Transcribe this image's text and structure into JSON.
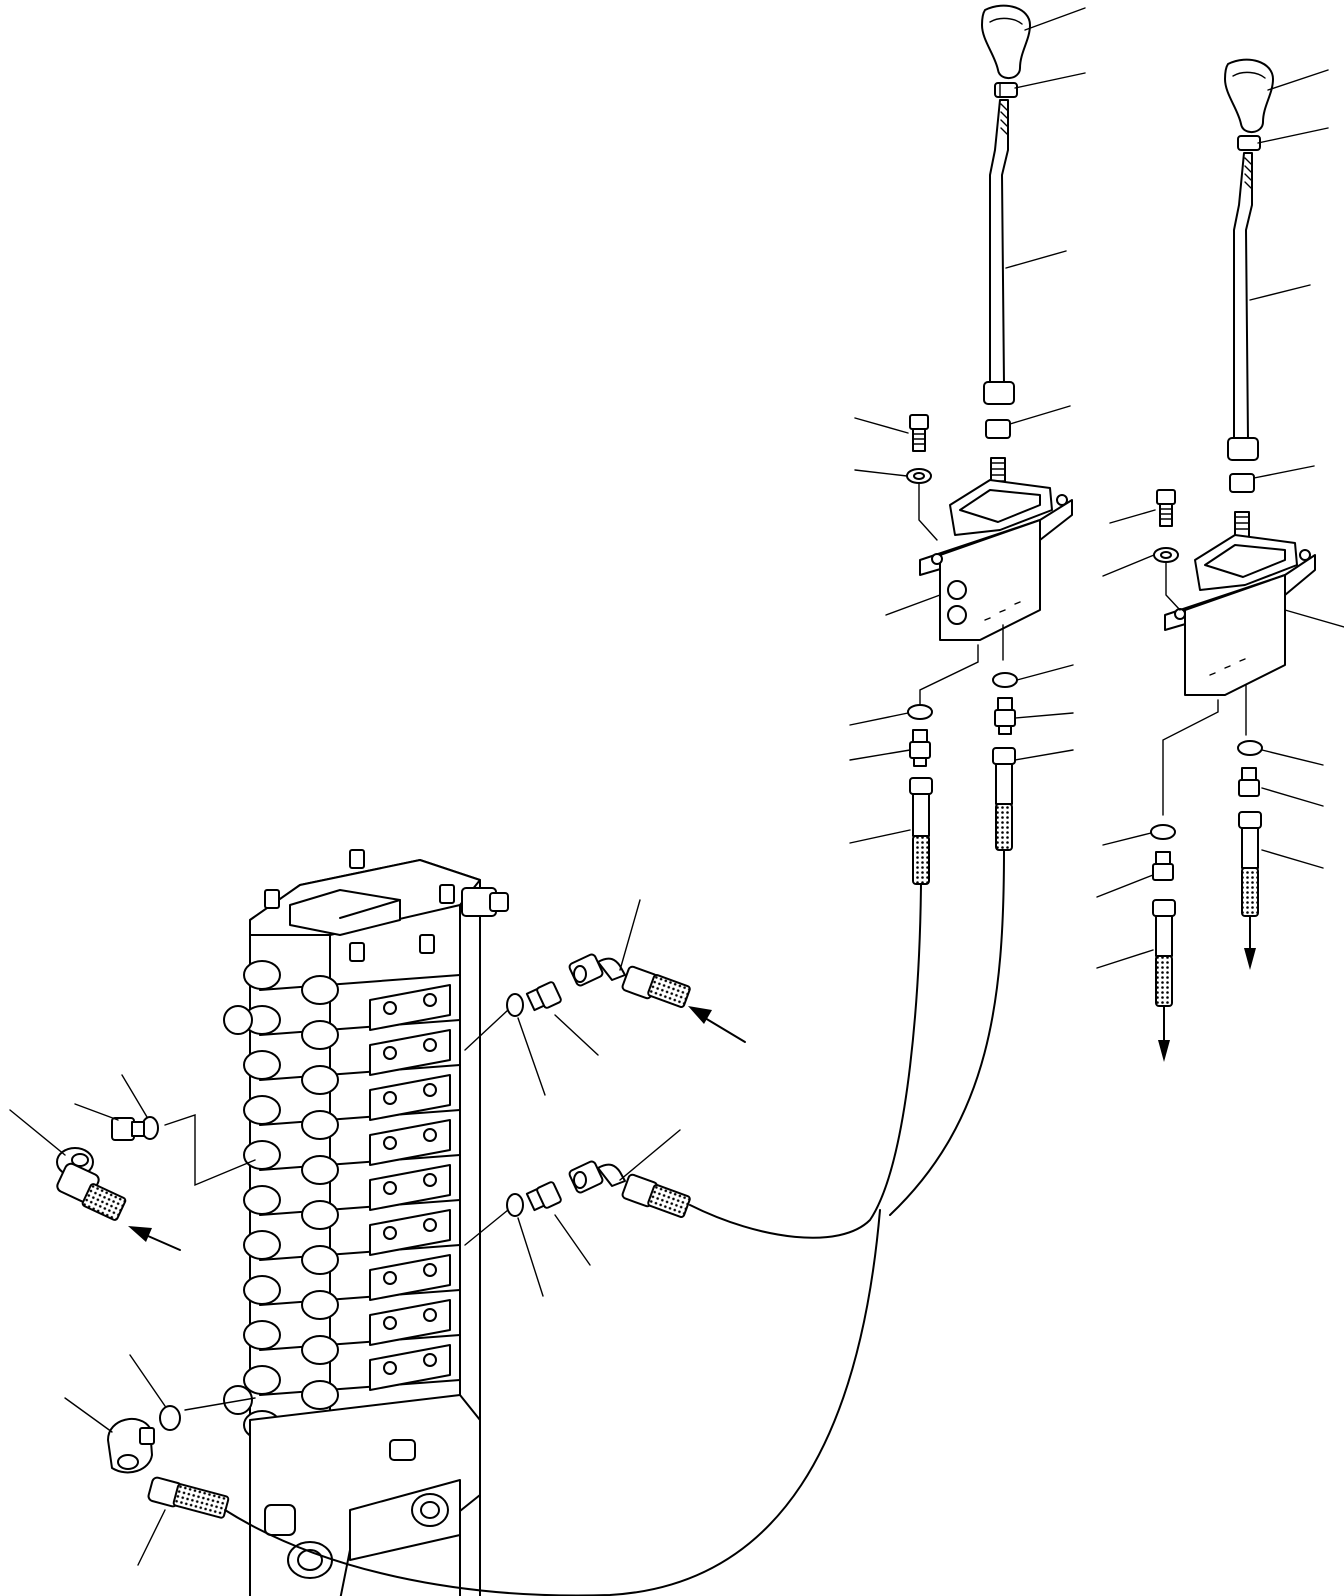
{
  "diagram": {
    "kind": "exploded-parts-view",
    "text_labels": [],
    "colors": {
      "ink": "#000000",
      "paper": "#ffffff"
    },
    "components": [
      "control-valve-block",
      "lever-knob-left",
      "lever-knob-right",
      "lock-nut",
      "control-lever",
      "ppc-valve-left",
      "ppc-valve-right",
      "mounting-bolt",
      "washer",
      "o-ring",
      "adapter-fitting",
      "hose-fitting",
      "elbow-fitting",
      "hydraulic-hose",
      "flow-arrow"
    ]
  }
}
